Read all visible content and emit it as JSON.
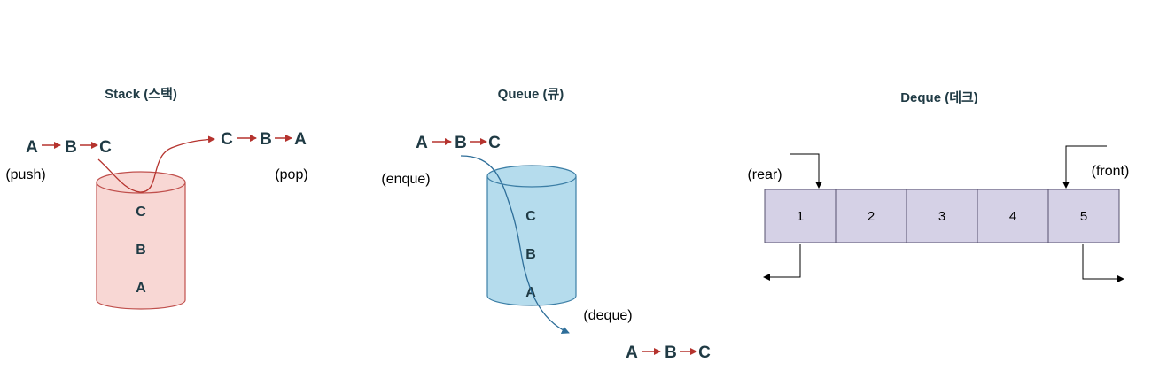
{
  "colors": {
    "text_dark": "#1f3a44",
    "arrow_red": "#b5332e",
    "stack_fill": "#f8d7d4",
    "stack_stroke": "#c0504d",
    "queue_fill": "#b5dced",
    "queue_stroke": "#3d7fa6",
    "queue_arrow": "#2e6e99",
    "deque_fill": "#d5d1e6",
    "deque_stroke": "#55506e"
  },
  "stack": {
    "title": "Stack (스택)",
    "push_sequence": [
      "A",
      "B",
      "C"
    ],
    "pop_sequence": [
      "C",
      "B",
      "A"
    ],
    "push_label": "(push)",
    "pop_label": "(pop)",
    "items": [
      "C",
      "B",
      "A"
    ]
  },
  "queue": {
    "title": "Queue (큐)",
    "in_sequence": [
      "A",
      "B",
      "C"
    ],
    "out_sequence": [
      "A",
      "B",
      "C"
    ],
    "enque_label": "(enque)",
    "deque_label": "(deque)",
    "items": [
      "C",
      "B",
      "A"
    ]
  },
  "deque": {
    "title": "Deque (데크)",
    "rear_label": "(rear)",
    "front_label": "(front)",
    "cells": [
      "1",
      "2",
      "3",
      "4",
      "5"
    ]
  }
}
